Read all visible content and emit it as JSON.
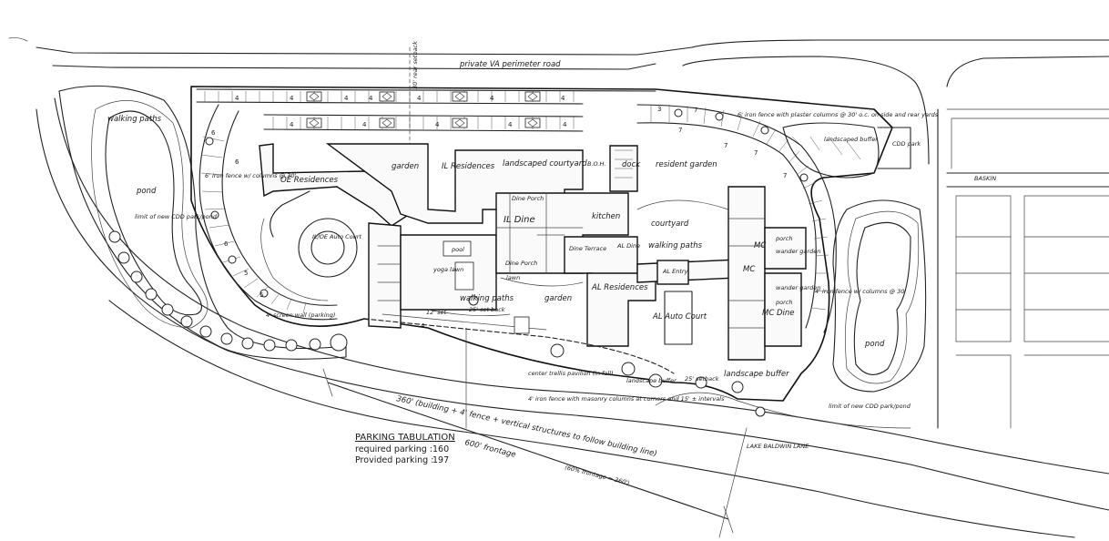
{
  "labels": {
    "perimeter_road": "private VA perimeter road",
    "setback_rear": "30' rear setback",
    "walking_paths_left": "walking paths",
    "pond_left": "pond",
    "limit_cdd_left": "limit of new CDD park/pond",
    "iron_fence_left": "6' iron fence w/ columns @ 30'",
    "oe_residences": "OE Residences",
    "garden_top": "garden",
    "il_residences": "IL Residences",
    "landscaped_courtyard": "landscaped courtyard",
    "boh": "B.O.H.",
    "dock": "dock",
    "resident_garden": "resident garden",
    "dine_porch_top": "Dine Porch",
    "il_dine": "IL Dine",
    "kitchen": "kitchen",
    "courtyard": "courtyard",
    "auto_court_il": "IL/OE Auto Court",
    "pool": "pool",
    "yoga_lawn": "yoga lawn",
    "dine_porch_mid": "Dine Porch",
    "dine_terrace": "Dine Terrace",
    "al_dine": "AL Dine",
    "lawn": "lawn",
    "walking_paths_center": "walking paths",
    "walking_paths_right": "walking paths",
    "al_entry": "AL Entry",
    "mc_top": "MC",
    "mc_mid": "MC",
    "porch_1": "porch",
    "porch_2": "porch",
    "wander_garden_1": "wander garden",
    "wander_garden_2": "wander garden",
    "mc_dine": "MC Dine",
    "al_residences": "AL Residences",
    "garden_center": "garden",
    "al_auto_court": "AL Auto Court",
    "screen_wall": "4' screen wall (parking)",
    "setback_12": "12' set",
    "setback_25": "25' set back",
    "center_trellis": "center trellis pavilion (in fall)",
    "landscape_buffer_front": "landscape buffer",
    "setback_25_right": "25' setback",
    "landscape_buffer_right": "landscape buffer",
    "iron_fence_front": "4' iron fence with masonry columns at corners and 15' ± intervals",
    "iron_fence_right": "4' iron fence w/ columns @ 30'",
    "iron_fence_top": "6' iron fence with plaster columns @ 30' o.c. on side and rear yards",
    "landscaped_buffer_top": "landscaped buffer",
    "cdd_park": "CDD park",
    "baskin": "BASKIN",
    "pond_right": "pond",
    "limit_cdd_right": "limit of new CDD park/pond",
    "lake_baldwin_lane": "LAKE BALDWIN LANE",
    "dim_360": "360' (building + 4' fence + vertical structures to follow building line)",
    "dim_600": "600' frontage",
    "dim_60pct": "(60% frontage = 360')"
  },
  "parking": {
    "title": "PARKING TABULATION",
    "required_label": "required parking :",
    "required_value": "160",
    "provided_label": "Provided parking :",
    "provided_value": "197"
  },
  "stall_counts": {
    "top_row_a": [
      "4",
      "4",
      "4",
      "4",
      "4",
      "4",
      "4"
    ],
    "top_row_b": [
      "4",
      "4",
      "4",
      "4",
      "4"
    ],
    "right_arc": [
      "3",
      "7",
      "7",
      "7",
      "7",
      "7"
    ],
    "left_arc": [
      "6",
      "6",
      "6",
      "5",
      "5",
      "4"
    ]
  }
}
